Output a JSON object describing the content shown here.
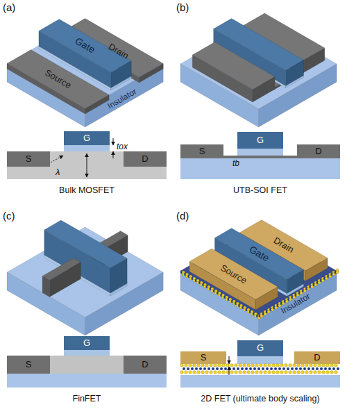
{
  "diagram": {
    "nodes": [
      {
        "text": [
          "Gate"
        ]
      },
      {
        "text": [
          "Drain"
        ]
      },
      {
        "text": [
          "Source"
        ]
      },
      {
        "text": [
          "Insulator"
        ]
      },
      {
        "text": [
          "G"
        ]
      },
      {
        "text": [
          "S"
        ]
      },
      {
        "text": [
          "D"
        ]
      },
      {
        "text": [
          "S"
        ]
      },
      {
        "text": [
          "G"
        ]
      },
      {
        "text": [
          "D"
        ]
      },
      {
        "text": [
          "G"
        ]
      },
      {
        "text": [
          "S"
        ]
      },
      {
        "text": [
          "D"
        ]
      },
      {
        "text": [
          "Gate"
        ]
      },
      {
        "text": [
          "Drain"
        ]
      },
      {
        "text": [
          "Source"
        ]
      },
      {
        "text": [
          "Insulator"
        ]
      },
      {
        "text": [
          "S"
        ]
      },
      {
        "text": [
          "G"
        ]
      },
      {
        "text": [
          "D"
        ]
      }
    ],
    "labels": [
      "(a)",
      "tox",
      "λ",
      "Bulk MOSFET",
      "(b)",
      "tb",
      "UTB-SOI FET",
      "(c)",
      "FinFET",
      "(d)",
      "2D FET (ultimate body scaling)"
    ]
  }
}
